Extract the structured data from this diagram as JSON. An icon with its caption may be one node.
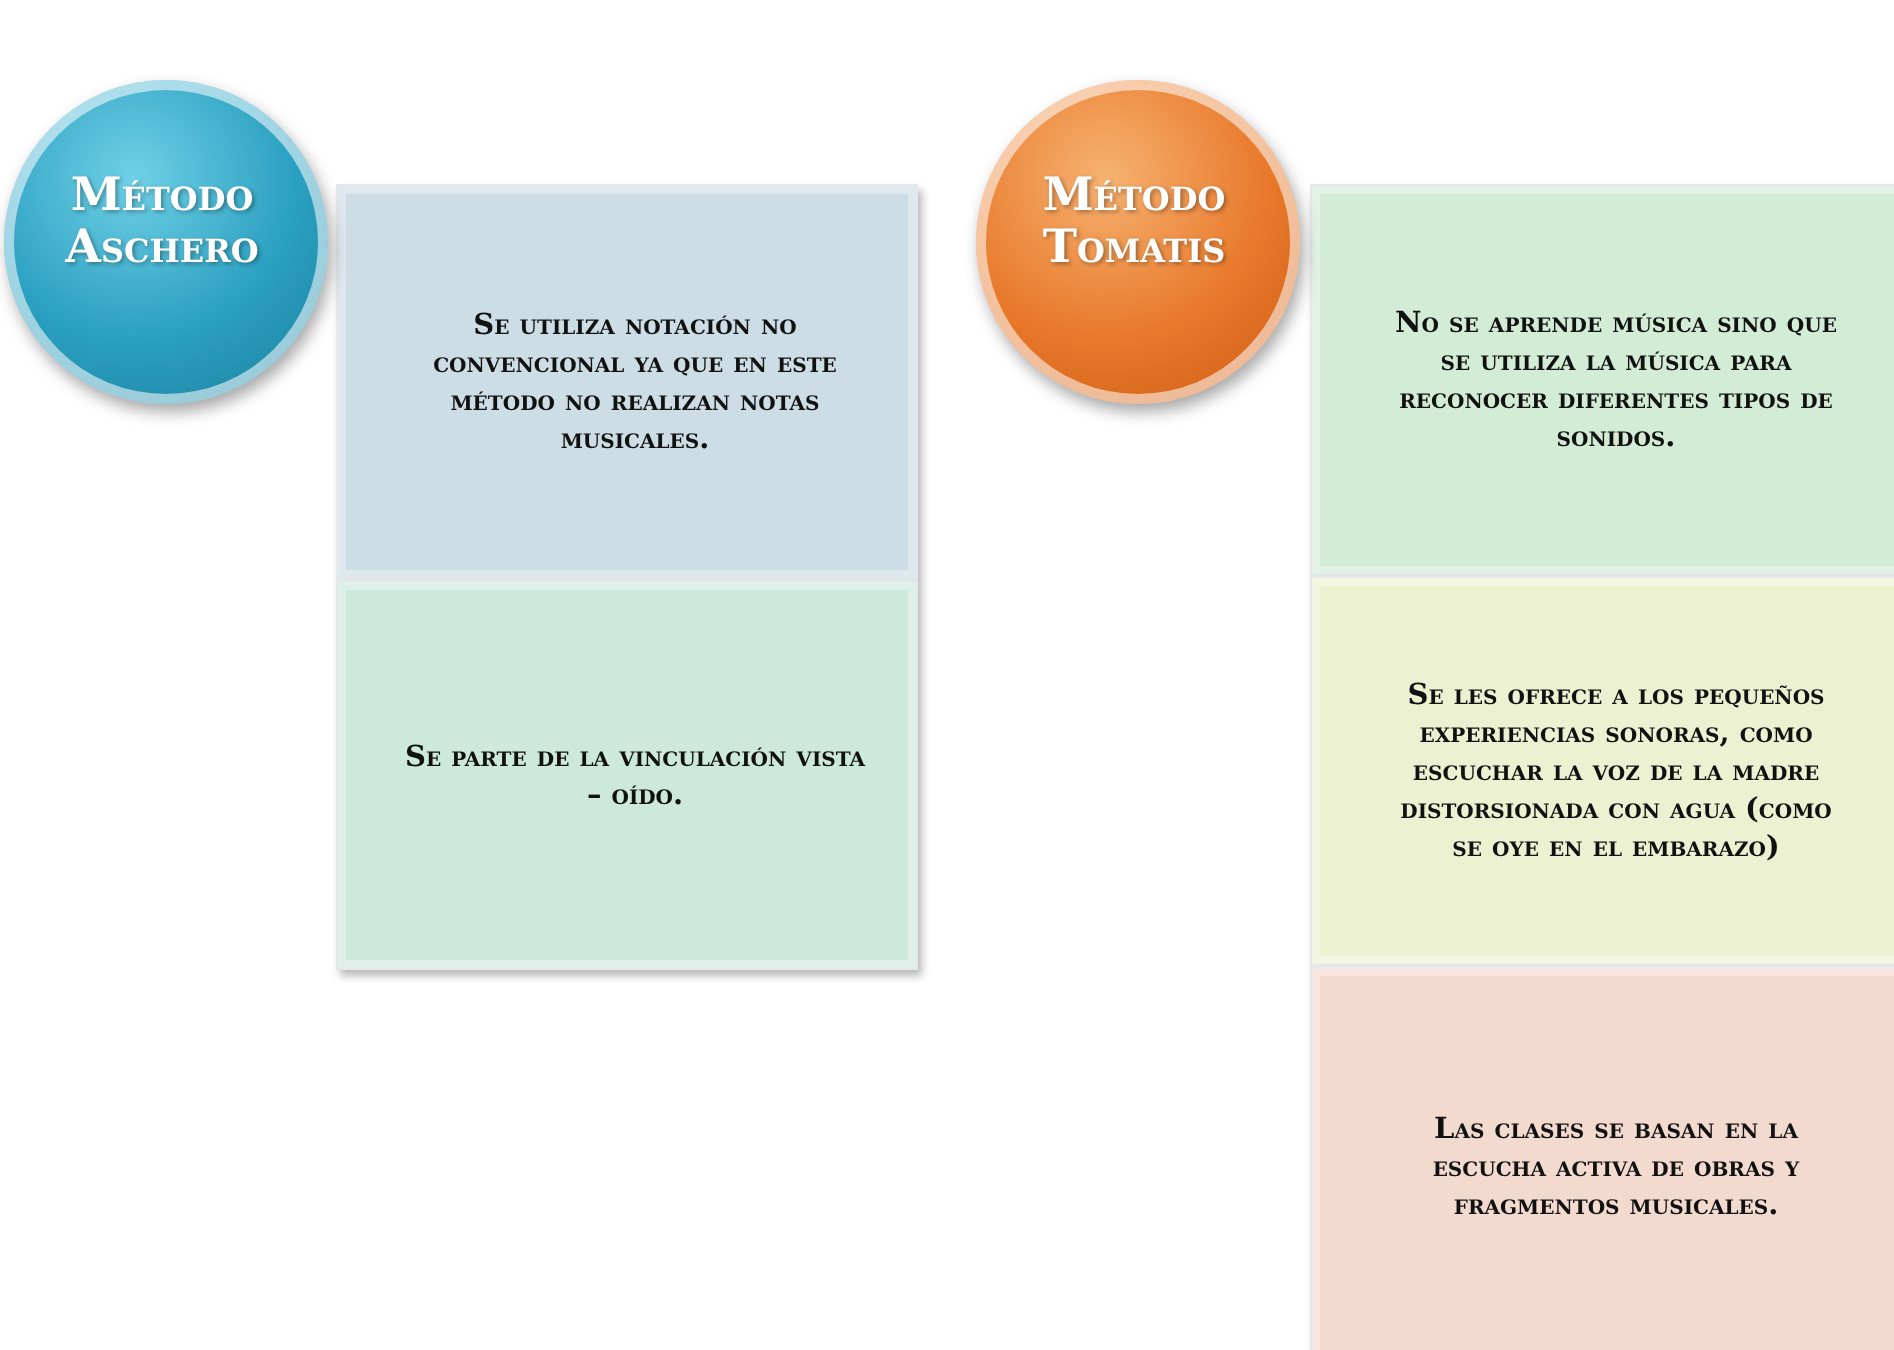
{
  "diagram": {
    "nodes": [
      {
        "text": [
          "Método Aschero"
        ]
      },
      {
        "text": [
          "Se utiliza notación no convencional ya que en este método no realizan notas musicales."
        ]
      },
      {
        "text": [
          "Se parte de la vinculación vista – oído."
        ]
      },
      {
        "text": [
          "Método Tomatis"
        ]
      },
      {
        "text": [
          "No se aprende música sino que se utiliza la música para reconocer diferentes tipos de sonidos."
        ]
      },
      {
        "text": [
          "Se les ofrece a los pequeños experiencias sonoras, como escuchar la voz de la madre distorsionada con agua (como se oye en el embarazo)"
        ]
      },
      {
        "text": [
          "Las clases se basan en la escucha activa de obras y fragmentos musicales."
        ]
      }
    ]
  }
}
